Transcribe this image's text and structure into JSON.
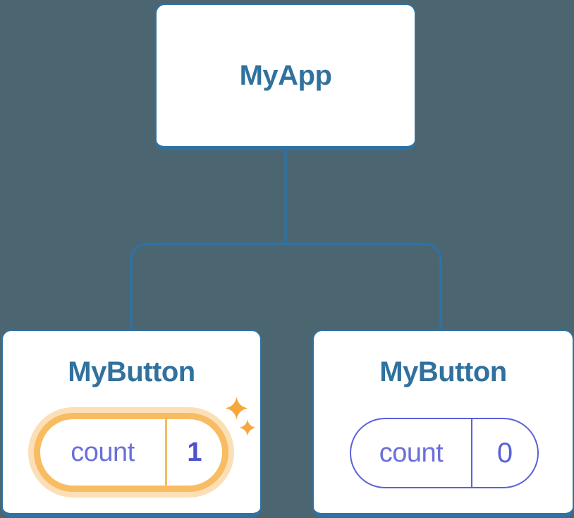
{
  "root_node": {
    "label": "MyApp"
  },
  "child_nodes": [
    {
      "label": "MyButton",
      "state_key": "count",
      "state_value": "1",
      "highlighted": true
    },
    {
      "label": "MyButton",
      "state_key": "count",
      "state_value": "0",
      "highlighted": false
    }
  ],
  "colors": {
    "background": "#4C6671",
    "node_border_blue": "#2F72A2",
    "node_label_blue": "#30719E",
    "state_key_indigo": "#6A6FDC",
    "state_value_indigo": "#4C53CE",
    "pill_border_indigo": "#5A61D8",
    "highlight_orange": "#F8BC62",
    "highlight_glow_orange": "#FBDFB6",
    "sparkle_orange": "#F6A83D"
  }
}
